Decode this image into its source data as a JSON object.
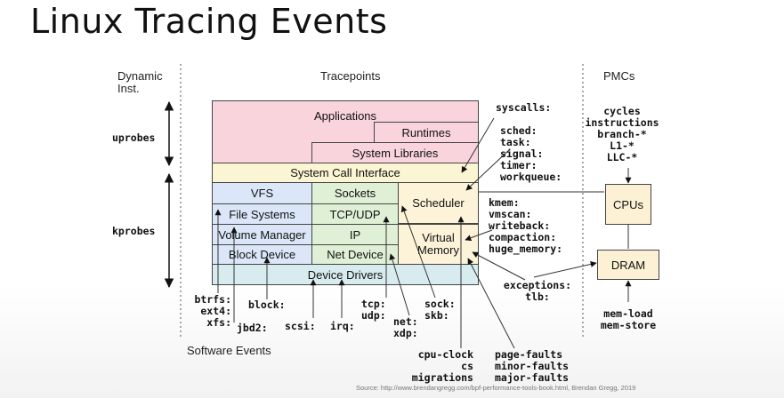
{
  "title": "Linux Tracing Events",
  "headers": {
    "dynamic_inst": [
      "Dynamic",
      "Inst."
    ],
    "tracepoints": "Tracepoints",
    "pmcs": "PMCs",
    "software_events": "Software Events"
  },
  "probes": {
    "uprobes": "uprobes",
    "kprobes": "kprobes"
  },
  "stack": {
    "applications": "Applications",
    "runtimes": "Runtimes",
    "system_libraries": "System Libraries",
    "system_call_interface": "System Call Interface",
    "vfs": "VFS",
    "file_systems": "File Systems",
    "volume_manager": "Volume Manager",
    "block_device": "Block Device",
    "sockets": "Sockets",
    "tcp_udp": "TCP/UDP",
    "ip": "IP",
    "net_device": "Net Device",
    "scheduler": "Scheduler",
    "virtual_memory": [
      "Virtual",
      "Memory"
    ],
    "device_drivers": "Device Drivers"
  },
  "hardware": {
    "cpus": "CPUs",
    "dram": "DRAM"
  },
  "tracepoint_labels": {
    "syscalls": "syscalls:",
    "sched_group": [
      "sched:",
      "task:",
      "signal:",
      "timer:",
      "workqueue:"
    ],
    "mm_group": [
      "kmem:",
      "vmscan:",
      "writeback:",
      "compaction:",
      "huge_memory:"
    ],
    "fs_group": [
      "btrfs:",
      "ext4:",
      "xfs:"
    ],
    "block": "block:",
    "jbd2": "jbd2:",
    "scsi": "scsi:",
    "irq": "irq:",
    "tcp_udp": [
      "tcp:",
      "udp:"
    ],
    "net_xdp": [
      "net:",
      "xdp:"
    ],
    "sock_skb": [
      "sock:",
      "skb:"
    ],
    "exceptions_tlb": [
      "exceptions:",
      "tlb:"
    ]
  },
  "pmc_labels": {
    "events": [
      "cycles",
      "instructions",
      "branch-*",
      "L1-*",
      "LLC-*"
    ],
    "mem": [
      "mem-load",
      "mem-store"
    ]
  },
  "software_labels": {
    "left": [
      "cpu-clock",
      "cs",
      "migrations"
    ],
    "right": [
      "page-faults",
      "minor-faults",
      "major-faults"
    ]
  },
  "source": "Source: http://www.brendangregg.com/bpf-performance-tools-book.html, Brendan Gregg, 2019",
  "colors": {
    "applications": "#f9d4dd",
    "syscall": "#fbf5d3",
    "blue": "#dbe7f8",
    "green": "#e0f0d6",
    "sched": "#fdf3d9",
    "drivers": "#d8ecf0",
    "hw": "#fcf1d4"
  }
}
